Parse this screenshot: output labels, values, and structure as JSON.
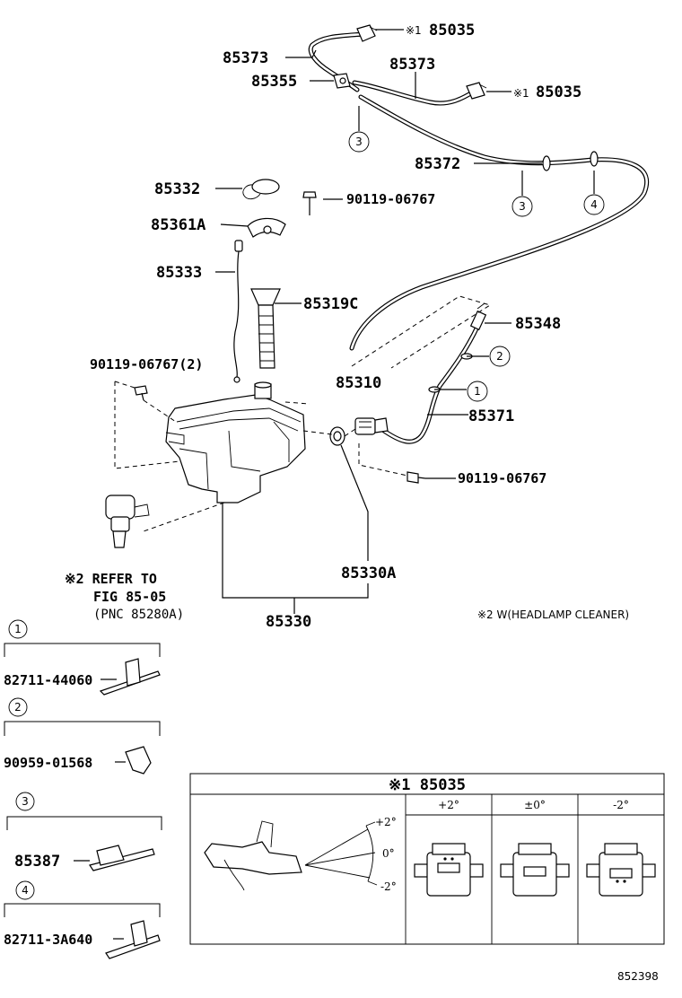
{
  "labels": {
    "p85035_top": "85035",
    "p85373_left": "85373",
    "p85373_right": "85373",
    "p85355": "85355",
    "p85035_right": "85035",
    "p85372": "85372",
    "p85332": "85332",
    "p90119_top": "90119-06767",
    "p85361a": "85361A",
    "p85333": "85333",
    "p85319c": "85319C",
    "p85348": "85348",
    "p90119_left": "90119-06767(2)",
    "p85310": "85310",
    "p85371": "85371",
    "p90119_right": "90119-06767",
    "p85330a": "85330A",
    "p85330": "85330",
    "mark1": "※1",
    "mark2": "※2"
  },
  "refer": {
    "line1": "※2 REFER TO",
    "line2": "FIG 85-05",
    "line3": "(PNC 85280A)"
  },
  "note": "※2 W(HEADLAMP CLEANER)",
  "circles": {
    "c1": "1",
    "c2": "2",
    "c3": "3",
    "c4": "4"
  },
  "clips": [
    {
      "num": "1",
      "part": "82711-44060"
    },
    {
      "num": "2",
      "part": "90959-01568"
    },
    {
      "num": "3",
      "part": "85387"
    },
    {
      "num": "4",
      "part": "82711-3A640"
    }
  ],
  "detail": {
    "title": "※1 85035",
    "col1": "+2°",
    "col2": "±0°",
    "col3": "-2°",
    "angle_up": "+2°",
    "angle_mid": "0°",
    "angle_down": "-2°"
  },
  "figure_id": "852398"
}
